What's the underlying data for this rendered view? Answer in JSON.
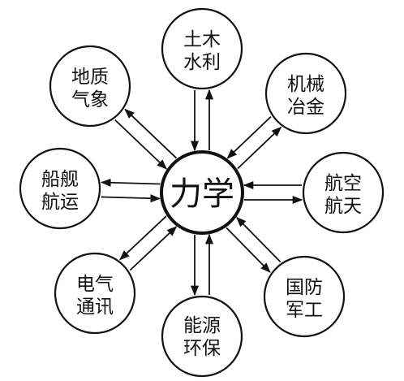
{
  "diagram": {
    "center": {
      "label": "力学"
    },
    "nodes": [
      {
        "id": "tumu",
        "line1": "土木",
        "line2": "水利"
      },
      {
        "id": "jixie",
        "line1": "机械",
        "line2": "冶金"
      },
      {
        "id": "hangkong",
        "line1": "航空",
        "line2": "航天"
      },
      {
        "id": "guofang",
        "line1": "国防",
        "line2": "军工"
      },
      {
        "id": "nengyuan",
        "line1": "能源",
        "line2": "环保"
      },
      {
        "id": "dianqi",
        "line1": "电气",
        "line2": "通讯"
      },
      {
        "id": "chuanjian",
        "line1": "船舰",
        "line2": "航运"
      },
      {
        "id": "dizhi",
        "line1": "地质",
        "line2": "气象"
      }
    ],
    "colors": {
      "stroke": "#111111",
      "fill": "#ffffff"
    }
  }
}
